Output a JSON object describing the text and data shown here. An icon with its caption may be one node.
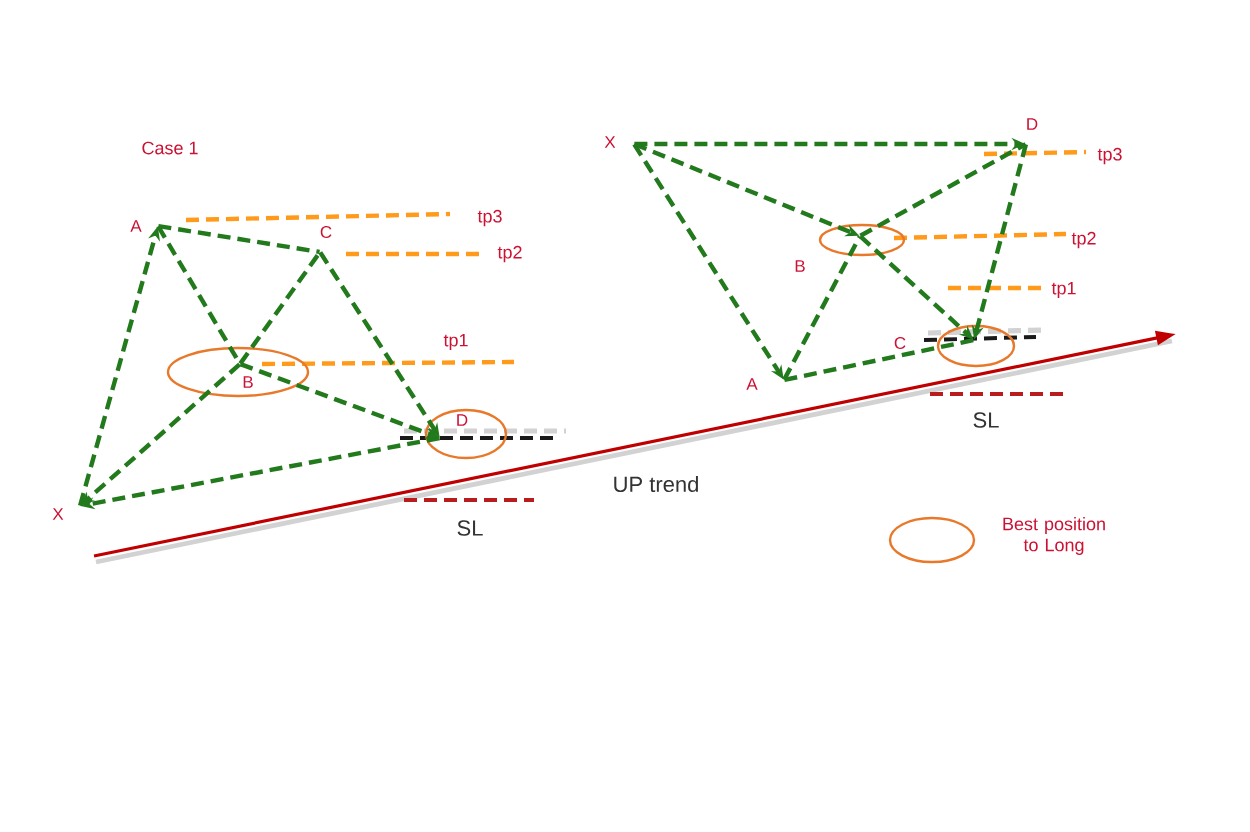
{
  "diagram": {
    "nodes": [
      {
        "text": [
          "X"
        ]
      },
      {
        "text": [
          "A"
        ]
      },
      {
        "text": [
          "B"
        ]
      },
      {
        "text": [
          "C"
        ]
      },
      {
        "text": [
          "D"
        ]
      },
      {
        "text": [
          "X"
        ]
      },
      {
        "text": [
          "A"
        ]
      },
      {
        "text": [
          "B"
        ]
      },
      {
        "text": [
          "C"
        ]
      },
      {
        "text": [
          "D"
        ]
      }
    ],
    "edges": [
      {
        "from": 0,
        "to": 1,
        "arrow": "to"
      },
      {
        "from": 1,
        "to": 2,
        "arrow": "none"
      },
      {
        "from": 2,
        "to": 3,
        "arrow": "none"
      },
      {
        "from": 3,
        "to": 4,
        "arrow": "to"
      },
      {
        "from": 2,
        "to": 0,
        "arrow": "to"
      },
      {
        "from": 2,
        "to": 4,
        "arrow": "to"
      },
      {
        "from": 4,
        "to": 0,
        "arrow": "to"
      },
      {
        "from": 1,
        "to": 3,
        "arrow": "none"
      },
      {
        "from": 5,
        "to": 6,
        "arrow": "to"
      },
      {
        "from": 6,
        "to": 7,
        "arrow": "none"
      },
      {
        "from": 7,
        "to": 8,
        "arrow": "to"
      },
      {
        "from": 9,
        "to": 8,
        "arrow": "to"
      },
      {
        "from": 5,
        "to": 7,
        "arrow": "to"
      },
      {
        "from": 7,
        "to": 9,
        "arrow": "none"
      },
      {
        "from": 5,
        "to": 9,
        "arrow": "to"
      },
      {
        "from": 6,
        "to": 8,
        "arrow": "none"
      }
    ],
    "labels": [
      "Case 1",
      "tp3",
      "tp2",
      "tp1",
      "SL",
      "UP trend",
      "tp3",
      "tp2",
      "tp1",
      "SL"
    ],
    "legend": [
      {
        "text": "Best position to Long"
      }
    ]
  }
}
